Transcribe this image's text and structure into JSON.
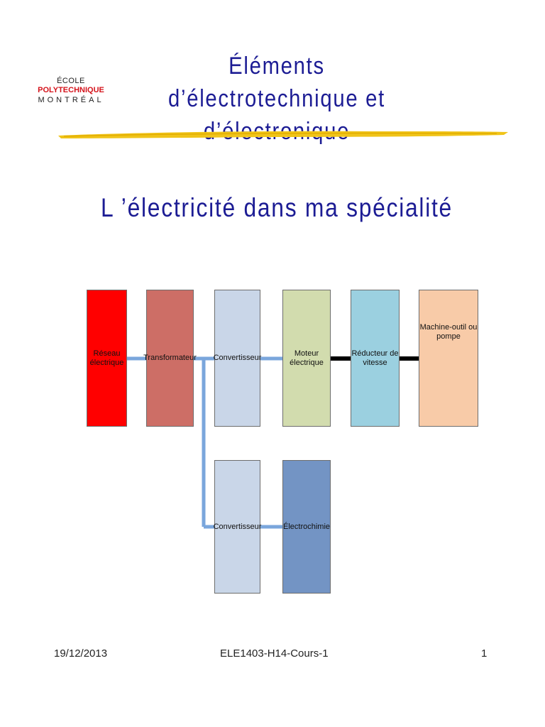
{
  "logo": {
    "line1": "ÉCOLE",
    "line2": "POLYTECHNIQUE",
    "line3": "MONTRÉAL"
  },
  "title": {
    "line1": "Éléments d’électrotechnique et",
    "line2": "d’électronique"
  },
  "subtitle": "L ’électricité dans ma spécialité",
  "diagram": {
    "blocks": {
      "reseau": "Réseau électrique",
      "transformateur": "Transformateur",
      "convertisseur1": "Convertisseur",
      "moteur": "Moteur électrique",
      "reducteur": "Réducteur de vitesse",
      "machine": "Machine-outil ou pompe",
      "convertisseur2": "Convertisseur",
      "electrochimie": "Électrochimie"
    },
    "colors": {
      "reseau": "#ff0000",
      "transformateur": "#cd6e66",
      "convertisseur": "#c9d6e8",
      "moteur": "#d2dcae",
      "reducteur": "#9bd0e0",
      "machine": "#f8cba8",
      "electrochimie": "#7394c4",
      "electrical_link": "#7aa6dc",
      "mechanical_link": "#000000"
    }
  },
  "footer": {
    "date": "19/12/2013",
    "course": "ELE1403-H14-Cours-1",
    "page": "1"
  }
}
